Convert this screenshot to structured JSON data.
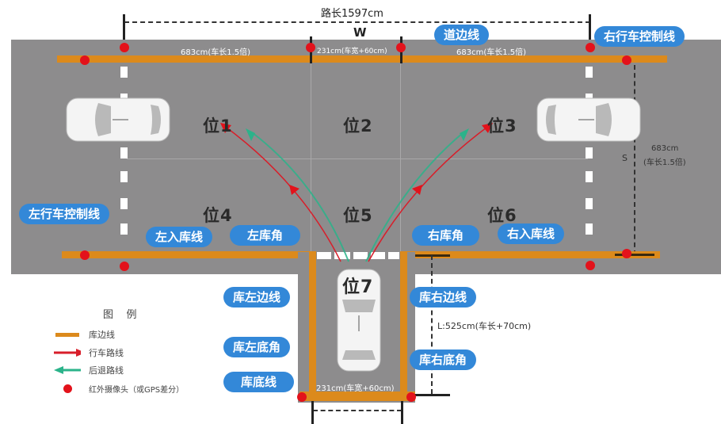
{
  "dimensions": {
    "road_length": "路长1597cm",
    "width_symbol": "W",
    "left_segment": "683cm(车长1.5倍)",
    "center_segment": "231cm(车宽+60cm)",
    "right_segment": "683cm(车长1.5倍)",
    "s_symbol": "S",
    "s_value_line1": "683cm",
    "s_value_line2": "(车长1.5倍)",
    "slot_length": "L:525cm(车长+70cm)",
    "slot_width": "231cm(车宽+60cm)"
  },
  "positions": [
    "位1",
    "位2",
    "位3",
    "位4",
    "位5",
    "位6",
    "位7"
  ],
  "callouts": {
    "road_edge": "道边线",
    "right_control": "右行车控制线",
    "left_control": "左行车控制线",
    "left_entry": "左入库线",
    "left_corner": "左库角",
    "right_corner": "右库角",
    "right_entry": "右入库线",
    "slot_left_edge": "库左边线",
    "slot_right_edge": "库右边线",
    "slot_left_bottom": "库左底角",
    "slot_right_bottom": "库右底角",
    "slot_bottom": "库底线"
  },
  "legend": {
    "title": "图    例",
    "items": [
      {
        "label": "库边线",
        "icon": "orange-line",
        "color": "#dc8a1c"
      },
      {
        "label": "行车路线",
        "icon": "red-arrow-right",
        "color": "#d81e2a"
      },
      {
        "label": "后退路线",
        "icon": "green-arrow-left",
        "color": "#2bb38a"
      },
      {
        "label": "红外摄像头（或GPS差分）",
        "icon": "red-dot",
        "color": "#e3121b"
      }
    ]
  },
  "colors": {
    "road": "#8d8c8d",
    "edge_line": "#dc8a1c",
    "callout": "#3388d8",
    "camera": "#e3121b",
    "drive_route": "#d81e2a",
    "reverse_route": "#2bb38a"
  }
}
